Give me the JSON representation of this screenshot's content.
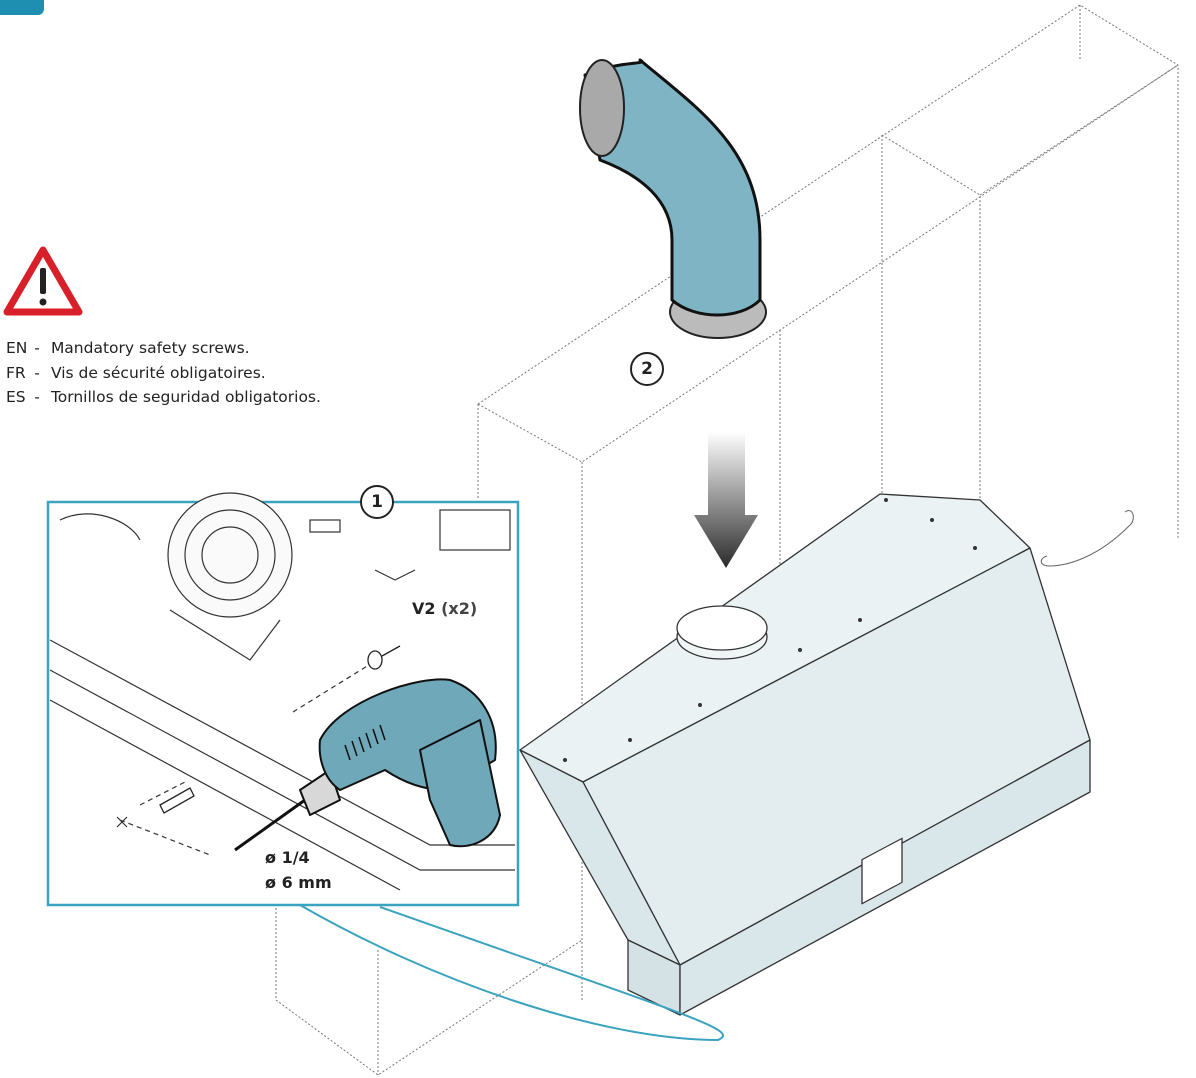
{
  "warning": {
    "lines": [
      {
        "code": "EN",
        "text": "Mandatory safety screws."
      },
      {
        "code": "FR",
        "text": "Vis de sécurité obligatoires."
      },
      {
        "code": "ES",
        "text": "Tornillos de seguridad obligatorios."
      }
    ]
  },
  "callouts": {
    "step1": "1",
    "step2": "2",
    "screw_label": "V2",
    "screw_qty": "(x2)",
    "drill_inch": "ø 1/4",
    "drill_mm": "ø 6 mm"
  },
  "colors": {
    "duct": "#7fb4c4",
    "drill": "#6fa8b8",
    "callout_frame": "#3aa3bf",
    "hood_fill": "#e8f1f3",
    "step_badge": "#1e8fb0",
    "warning_red": "#d8202a"
  },
  "icons": {
    "warning": "warning-triangle-icon",
    "arrow": "down-arrow-icon"
  }
}
